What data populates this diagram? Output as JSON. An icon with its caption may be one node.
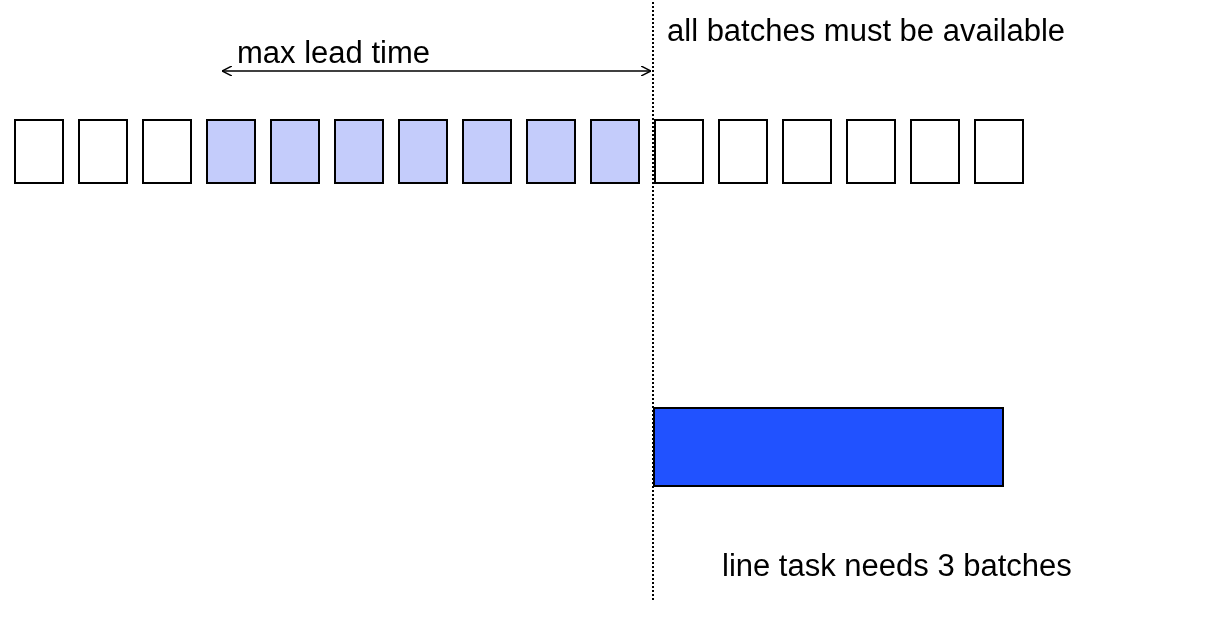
{
  "diagram": {
    "nodes": [
      {
        "text": [],
        "shape": "bar",
        "beside": [
          "line task needs 3 batches"
        ]
      }
    ],
    "labels": [
      "max lead time",
      "all batches must be available"
    ]
  }
}
